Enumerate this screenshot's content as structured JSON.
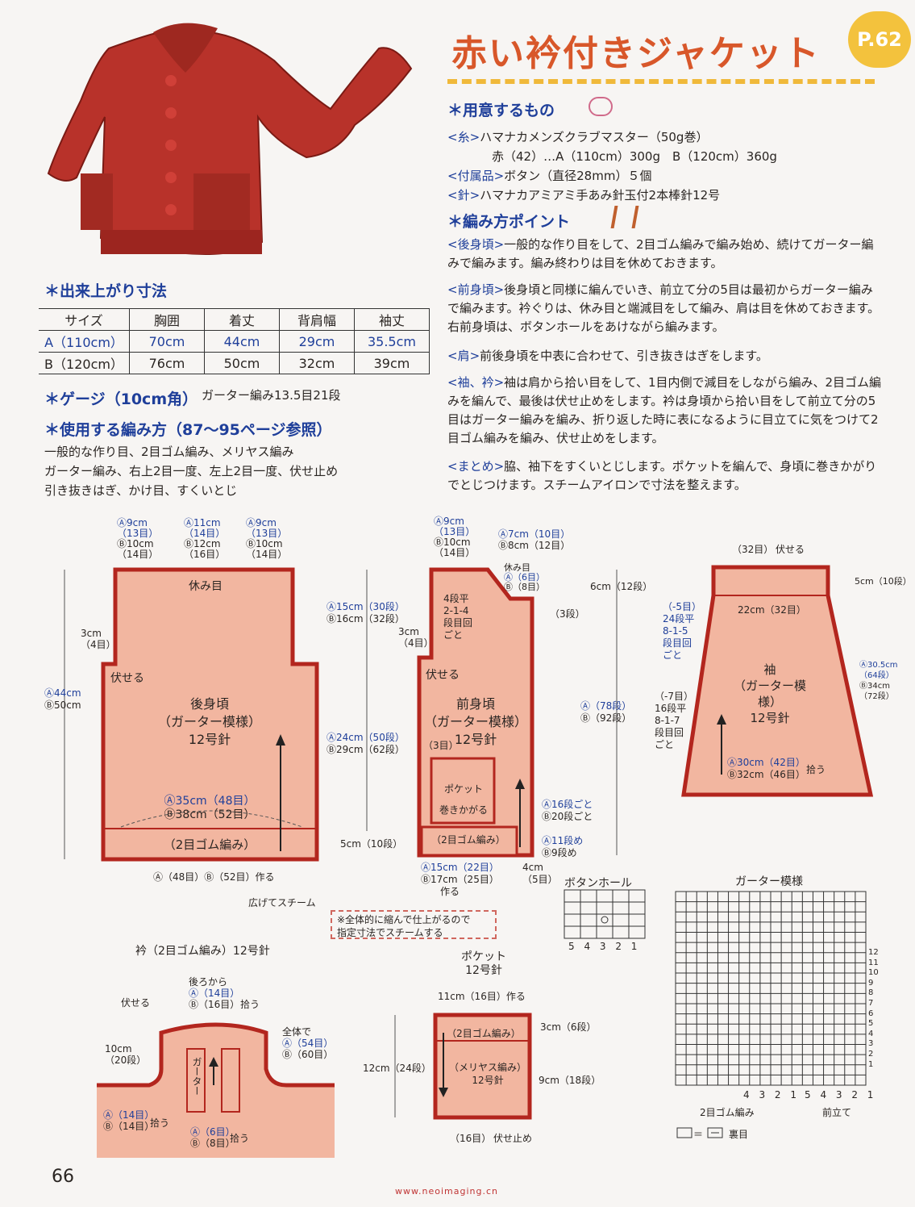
{
  "header": {
    "title": "赤い衿付きジャケット",
    "page_ref": "P.62"
  },
  "materials": {
    "heading": "＊用意するもの",
    "yarn_label": "<糸>",
    "yarn_text": "ハマナカメンズクラブマスター（50g巻）",
    "yarn_detail": "赤（42）…A（110cm）300g　B（120cm）360g",
    "notions_label": "<付属品>",
    "notions_text": "ボタン（直径28mm）５個",
    "needle_label": "<針>",
    "needle_text": "ハマナカアミアミ手あみ針玉付2本棒針12号"
  },
  "points": {
    "heading": "＊編み方ポイント",
    "back_label": "<後身頃>",
    "back_text": "一般的な作り目をして、2目ゴム編みで編み始め、続けてガーター編みで編みます。編み終わりは目を休めておきます。",
    "front_label": "<前身頃>",
    "front_text": "後身頃と同様に編んでいき、前立て分の5目は最初からガーター編みで編みます。衿ぐりは、休み目と端減目をして編み、肩は目を休めておきます。右前身頃は、ボタンホールをあけながら編みます。",
    "shoulder_label": "<肩>",
    "shoulder_text": "前後身頃を中表に合わせて、引き抜きはぎをします。",
    "sleeve_label": "<袖、衿>",
    "sleeve_text": "袖は肩から拾い目をして、1目内側で減目をしながら編み、2目ゴム編みを編んで、最後は伏せ止めをします。衿は身頃から拾い目をして前立て分の5目はガーター編みを編み、折り返した時に表になるように目立てに気をつけて2目ゴム編みを編み、伏せ止めをします。",
    "finish_label": "<まとめ>",
    "finish_text": "脇、袖下をすくいとじします。ポケットを編んで、身頃に巻きかがりでとじつけます。スチームアイロンで寸法を整えます。"
  },
  "sizes": {
    "heading": "＊出来上がり寸法",
    "headers": [
      "サイズ",
      "胸囲",
      "着丈",
      "背肩幅",
      "袖丈"
    ],
    "rows": [
      [
        "A（110cm）",
        "70cm",
        "44cm",
        "29cm",
        "35.5cm"
      ],
      [
        "B（120cm）",
        "76cm",
        "50cm",
        "32cm",
        "39cm"
      ]
    ]
  },
  "gauge": {
    "heading": "＊ゲージ（10cm角）",
    "text": "ガーター編み13.5目21段"
  },
  "techniques": {
    "heading": "＊使用する編み方（87〜95ページ参照）",
    "line1": "一般的な作り目、2目ゴム編み、メリヤス編み",
    "line2": "ガーター編み、右上2目一度、左上2目一度、伏せ止め",
    "line3": "引き抜きはぎ、かけ目、すくいとじ"
  },
  "back": {
    "title": "後身頃",
    "pattern": "（ガーター模様）",
    "needle": "12号針",
    "rest": "休み目",
    "bind": "伏せる",
    "rib": "（2目ゴム編み）",
    "top_a1": "Ⓐ9cm",
    "top_a1r": "（13目）",
    "top_b1": "Ⓑ10cm",
    "top_b1r": "（14目）",
    "top_a2": "Ⓐ11cm",
    "top_a2r": "（14目）",
    "top_b2": "Ⓑ12cm",
    "top_b2r": "（16目）",
    "top_a3": "Ⓐ9cm",
    "top_a3r": "（13目）",
    "top_b3": "Ⓑ10cm",
    "top_b3r": "（14目）",
    "left_3cm": "3cm",
    "left_4": "（4目）",
    "h_a": "Ⓐ44cm",
    "h_b": "Ⓑ50cm",
    "w_a": "Ⓐ35cm（48目）",
    "w_b": "Ⓑ38cm（52目）",
    "cast": "Ⓐ（48目）Ⓑ（52目）作る",
    "steam": "広げてスチーム",
    "arm_a": "Ⓐ15cm（30段）",
    "arm_b": "Ⓑ16cm（32段）",
    "body_a": "Ⓐ24cm（50段）",
    "body_b": "Ⓑ29cm（62段）",
    "rib_h": "5cm（10段）"
  },
  "front": {
    "title": "前身頃",
    "pattern": "（ガーター模様）",
    "needle": "12号針",
    "top_a1": "Ⓐ9cm",
    "top_a1r": "（13目）",
    "top_b1": "Ⓑ10cm",
    "top_b1r": "（14目）",
    "top_a2": "Ⓐ7cm（10目）",
    "top_b2": "Ⓑ8cm（12目）",
    "rest": "休み目",
    "rest_a": "Ⓐ（6目）",
    "rest_b": "Ⓑ（8目）",
    "dec1": "4段平",
    "dec2": "2-1-4",
    "dec3": "段目回",
    "dec_label": "ごと",
    "three": "（3段）",
    "bind": "伏せる",
    "left_3cm": "3cm",
    "left_4": "（4目）",
    "three_me": "（3目）",
    "pocket1": "ポケット",
    "pocket2": "巻きかがる",
    "rib": "（2目ゴム編み）",
    "bh_a": "Ⓐ16段ごと",
    "bh_b": "Ⓑ20段ごと",
    "bh2_a": "Ⓐ11段め",
    "bh2_b": "Ⓑ9段め",
    "w_a": "Ⓐ15cm（22目）",
    "w_b": "Ⓑ17cm（25目）",
    "cast": "作る",
    "band": "4cm",
    "band_me": "（5目）"
  },
  "sleeve": {
    "title": "袖",
    "pattern": "（ガーター模様）",
    "needle": "12号針",
    "top_me": "（32目）",
    "bind": "伏せる",
    "top_w": "22cm（32目）",
    "rib_h": "5cm（10段）",
    "left_6": "6cm（12段）",
    "dec_a1": "（-5目）",
    "dec_a2": "24段平",
    "dec_a3": "8-1-5",
    "dec_a4": "段目回",
    "dec_a5": "ごと",
    "dec_b1": "（-7目）",
    "dec_b2": "16段平",
    "dec_b3": "8-1-7",
    "dec_b4": "段目回",
    "dec_b5": "ごと",
    "rows_a": "Ⓐ（78段）",
    "rows_b": "Ⓑ（92段）",
    "len_a": "Ⓐ30.5cm",
    "len_a2": "（64段）",
    "len_b": "Ⓑ34cm",
    "len_b2": "（72段）",
    "bw_a": "Ⓐ30cm（42目）",
    "bw_b": "Ⓑ32cm（46目）",
    "pick": "拾う"
  },
  "note": {
    "line1": "※全体的に縮んで仕上がるので",
    "line2": "指定寸法でスチームする"
  },
  "buttonhole": {
    "title": "ボタンホール",
    "nums": "5 4 3 2 1"
  },
  "garter": {
    "title": "ガーター模様",
    "bottom_left": "4 3 2 1",
    "bottom_right": "5 4 3 2 1",
    "rib_label": "2目ゴム編み",
    "front_label": "前立て",
    "legend_eq": "＝",
    "legend_text": "裏目",
    "row_nums": [
      "12",
      "11",
      "10",
      "9",
      "8",
      "7",
      "6",
      "5",
      "4",
      "3",
      "2",
      "1"
    ]
  },
  "collar": {
    "title": "衿（2目ゴム編み）12号針",
    "back_from": "後ろから",
    "back_a": "Ⓐ（14目）",
    "back_b": "Ⓑ（16目）",
    "pick": "拾う",
    "bind": "伏せる",
    "h": "10cm",
    "h2": "（20段）",
    "all": "全体で",
    "all_a": "Ⓐ（54目）",
    "all_b": "Ⓑ（60目）",
    "garter": "ガーター",
    "side_a": "Ⓐ（14目）",
    "side_b": "Ⓑ（14目）",
    "mid_a": "Ⓐ（6目）",
    "mid_b": "Ⓑ（8目）"
  },
  "pocket": {
    "title": "ポケット",
    "needle": "12号針",
    "top": "11cm（16目）作る",
    "rib": "（2目ゴム編み）",
    "stock": "（メリヤス編み）",
    "stock2": "12号針",
    "h": "12cm（24段）",
    "rib_h": "3cm（6段）",
    "body_h": "9cm（18段）",
    "bottom": "（16目）",
    "bind": "伏せ止め"
  },
  "footer": {
    "page_number": "66",
    "site": "www.neoimaging.cn"
  },
  "colors": {
    "piece_fill": "#f2b6a0",
    "piece_stroke": "#b3261e",
    "accent_blue": "#1f3f9a",
    "title_orange": "#d8572a",
    "badge_yellow": "#f3c23d"
  }
}
